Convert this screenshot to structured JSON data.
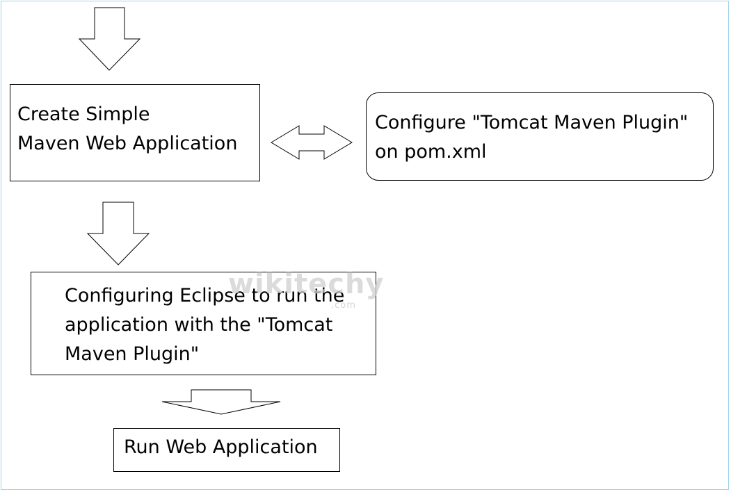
{
  "nodes": {
    "create": "Create Simple\nMaven Web Application",
    "configure": "Configure \"Tomcat Maven Plugin\"\non pom.xml",
    "eclipse": "Configuring Eclipse to run the\napplication with the \"Tomcat\nMaven Plugin\"",
    "run": "Run Web Application"
  },
  "watermark": {
    "brand": "wikitechy",
    "domain": ".com"
  },
  "colors": {
    "frame_border": "#9fd2e8",
    "stroke": "#000000",
    "watermark": "#cfcfcf"
  }
}
